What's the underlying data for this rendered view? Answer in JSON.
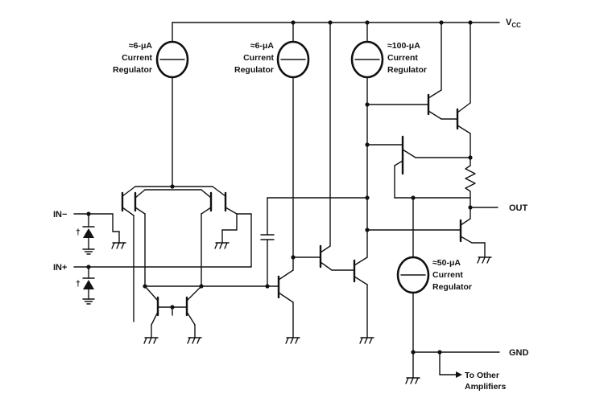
{
  "labels": {
    "vcc": "V",
    "vcc_sub": "CC",
    "out": "OUT",
    "gnd": "GND",
    "in_minus": "IN−",
    "in_plus": "IN+",
    "to_other": [
      "To Other",
      "Amplifiers"
    ],
    "dagger": "†"
  },
  "regulators": [
    {
      "current": "≈6-μA",
      "line2": "Current",
      "line3": "Regulator"
    },
    {
      "current": "≈6-μA",
      "line2": "Current",
      "line3": "Regulator"
    },
    {
      "current": "≈100-μA",
      "line2": "Current",
      "line3": "Regulator"
    },
    {
      "current": "≈50-μA",
      "line2": "Current",
      "line3": "Regulator"
    }
  ]
}
